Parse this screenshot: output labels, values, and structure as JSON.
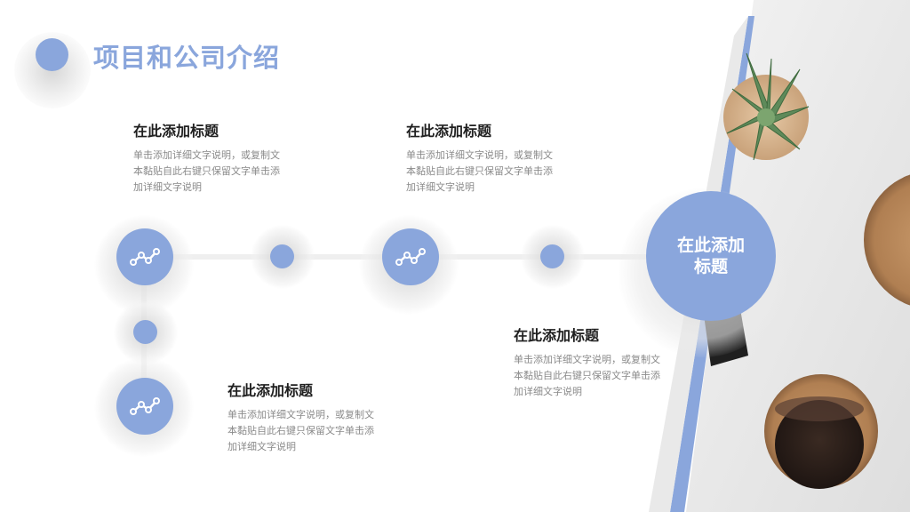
{
  "slide": {
    "title": "项目和公司介绍"
  },
  "accent_color": "#8aa6dc",
  "items": [
    {
      "title": "在此添加标题",
      "description": "单击添加详细文字说明，或复制文本黏贴自此右键只保留文字单击添加详细文字说明"
    },
    {
      "title": "在此添加标题",
      "description": "单击添加详细文字说明，或复制文本黏贴自此右键只保留文字单击添加详细文字说明"
    },
    {
      "title": "在此添加标题",
      "description": "单击添加详细文字说明，或复制文本黏贴自此右键只保留文字单击添加详细文字说明"
    },
    {
      "title": "在此添加标题",
      "description": "单击添加详细文字说明，或复制文本黏贴自此右键只保留文字单击添加详细文字说明"
    }
  ],
  "center_node": {
    "label": "在此添加标题"
  },
  "icons": {
    "node_icon": "trend-line-icon"
  }
}
